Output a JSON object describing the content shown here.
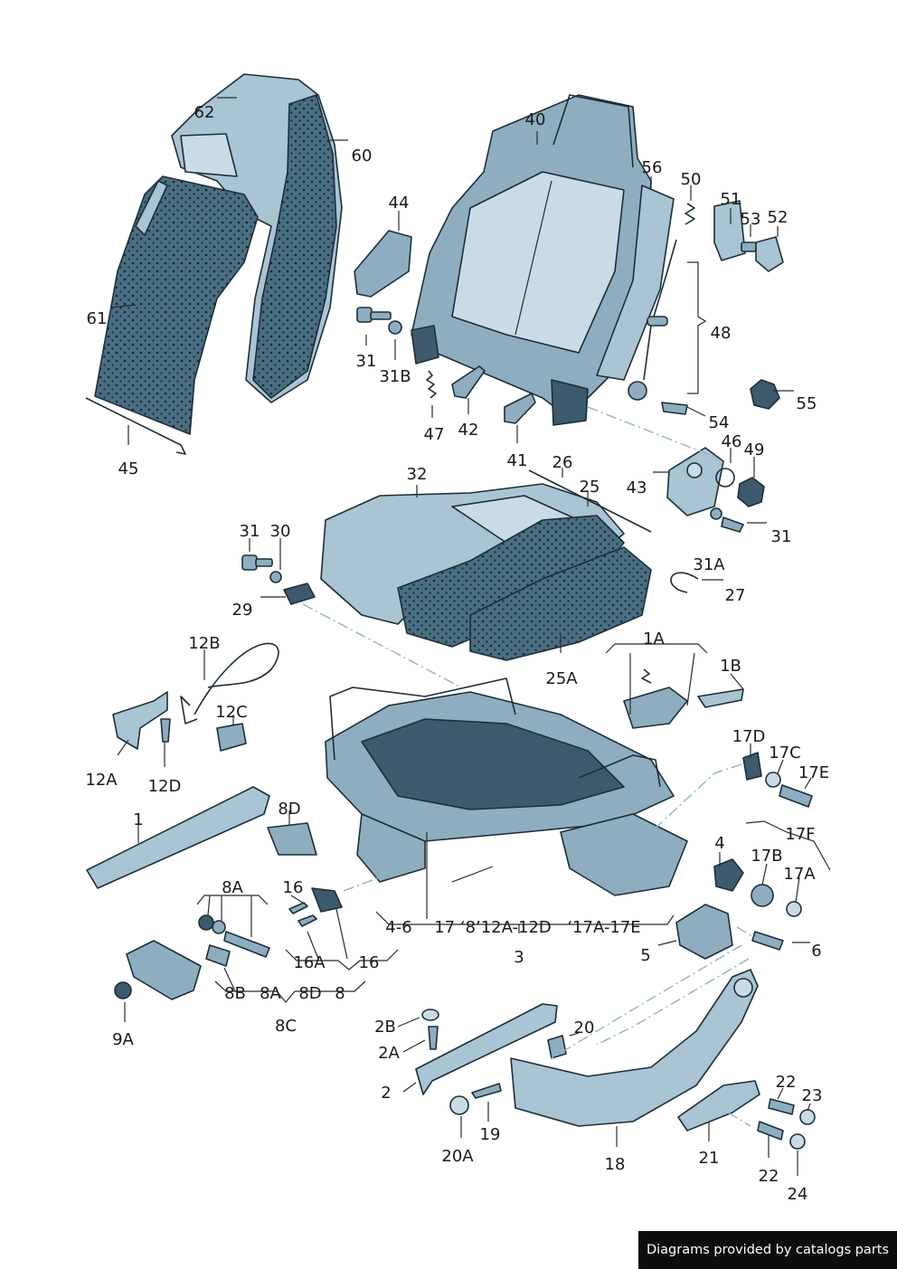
{
  "labels": {
    "l62": "62",
    "l60": "60",
    "l61": "61",
    "l45": "45",
    "l44": "44",
    "l31a": "31",
    "l31b": "31B",
    "l47": "47",
    "l42": "42",
    "l41": "41",
    "l40": "40",
    "l56": "56",
    "l50": "50",
    "l51": "51",
    "l53": "53",
    "l52": "52",
    "l48": "48",
    "l54": "54",
    "l55": "55",
    "l43": "43",
    "l46": "46",
    "l49": "49",
    "l31c": "31",
    "l32": "32",
    "l26": "26",
    "l25": "25",
    "l31d": "31",
    "l30": "30",
    "l29": "29",
    "l31e": "31A",
    "l27": "27",
    "l25a": "25A",
    "l12b": "12B",
    "l12c": "12C",
    "l12a": "12A",
    "l12d": "12D",
    "l1a": "1A",
    "l1b": "1B",
    "l17d": "17D",
    "l17c": "17C",
    "l17e": "17E",
    "l1": "1",
    "l8d": "8D",
    "l17f": "17F",
    "l4": "4",
    "l17b": "17B",
    "l17a": "17A",
    "l8a": "8A",
    "l16": "16",
    "l46b": "4-6",
    "l17group": "17 ‘8’12A-12D",
    "l17ae": "‘17A-17E",
    "l3": "3",
    "l5": "5",
    "l6": "6",
    "l16a": "16A",
    "l16b": "16",
    "l8b": "8B",
    "l8a2": "8A",
    "l8d2": "8D",
    "l8": "8",
    "l8c": "8C",
    "l9a": "9A",
    "l2b": "2B",
    "l2a": "2A",
    "l20": "20",
    "l2": "2",
    "l19": "19",
    "l20a": "20A",
    "l18": "18",
    "l21": "21",
    "l22a": "22",
    "l23": "23",
    "l22b": "22",
    "l24": "24"
  },
  "footer": {
    "text": "Diagrams provided by catalogs parts"
  },
  "colors": {
    "foam": "#4a6f82",
    "cover": "#a9c4d2",
    "metal": "#8eaebf",
    "outline": "#1c2e3a",
    "leader_dash": "#8fb4c8",
    "footer_bg": "#0d0d0d"
  }
}
